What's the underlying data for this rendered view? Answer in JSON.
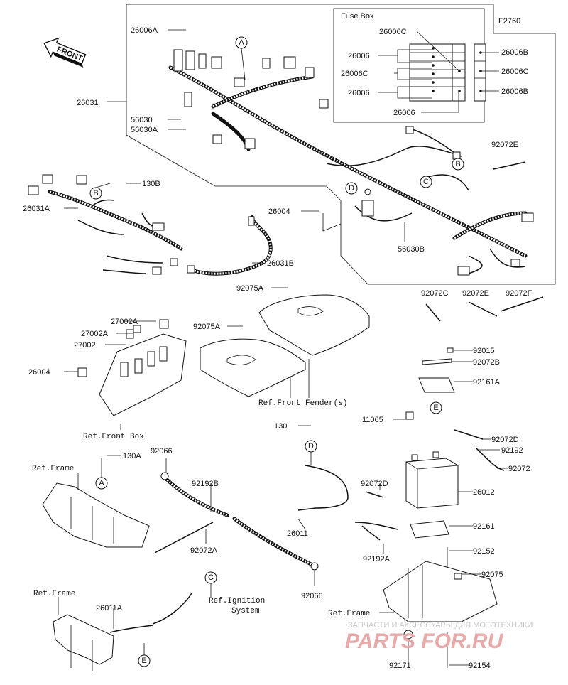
{
  "figure_code": "F2760",
  "fuse_box_title": "Fuse Box",
  "front_arrow_text": "FRONT",
  "watermark": {
    "tagline": "ЗАПЧАСТИ И АКСЕССУАРЫ ДЛЯ МОТОТЕХНИКИ",
    "brand": "PARTS FOR.RU"
  },
  "parts": [
    "26006A",
    "26031",
    "56030",
    "56030A",
    "26006C",
    "26006",
    "26006C",
    "26006",
    "26006",
    "26006B",
    "26006C",
    "26006B",
    "92072E",
    "26031A",
    "130B",
    "26004",
    "56030B",
    "26031B",
    "92075A",
    "92075A",
    "27002A",
    "27002A",
    "27002",
    "26004",
    "92072C",
    "92072E",
    "92072F",
    "92015",
    "92072B",
    "92161A",
    "11065",
    "130",
    "92072D",
    "92192",
    "92072",
    "130A",
    "92066",
    "92192B",
    "92072D",
    "26012",
    "26011",
    "92072A",
    "92192A",
    "92161",
    "92152",
    "92066",
    "92075",
    "26011A",
    "92171",
    "92154"
  ],
  "refs": [
    "Ref.Front Fender(s)",
    "Ref.Front Box",
    "Ref.Frame",
    "Ref.Frame",
    "Ref.Ignition",
    "System",
    "Ref.Frame"
  ],
  "callouts": [
    "A",
    "B",
    "C",
    "D",
    "B",
    "A",
    "D",
    "E",
    "C",
    "E"
  ]
}
